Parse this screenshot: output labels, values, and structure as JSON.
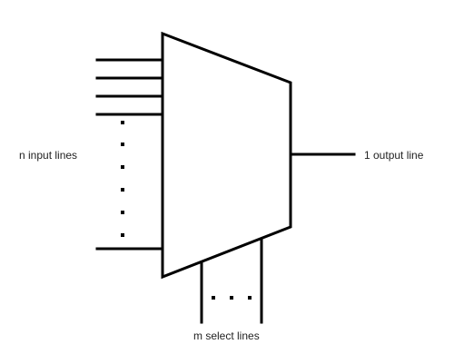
{
  "diagram": {
    "labels": {
      "inputs": "n input lines",
      "output": "1 output line",
      "selects": "m select lines"
    }
  }
}
